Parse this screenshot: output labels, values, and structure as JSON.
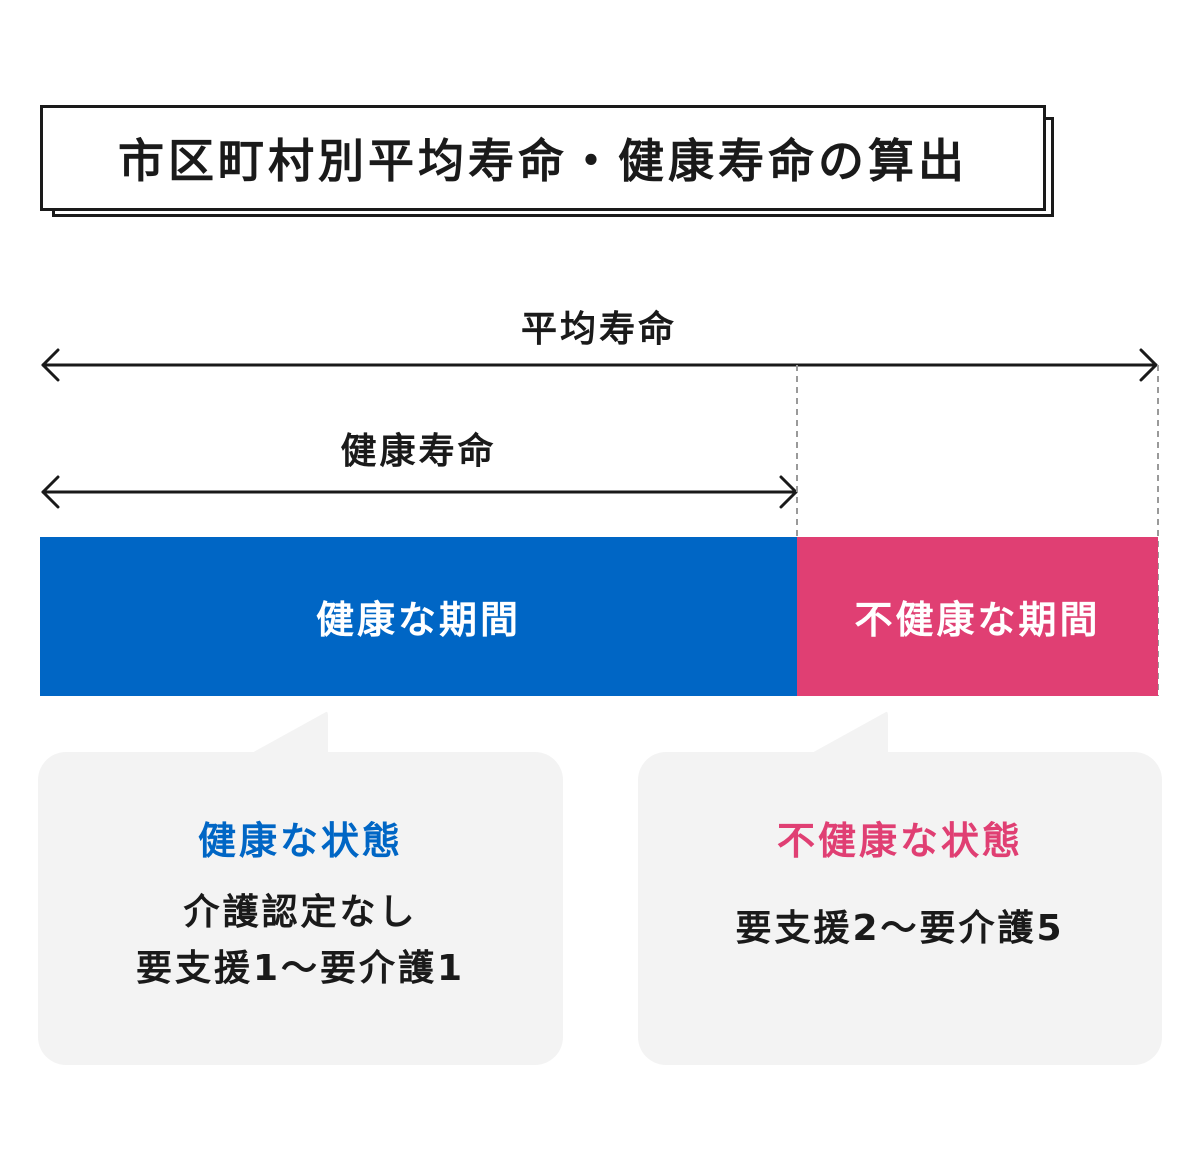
{
  "title": "市区町村別平均寿命・健康寿命の算出",
  "timeline": {
    "average_life_label": "平均寿命",
    "healthy_life_label": "健康寿命"
  },
  "bars": {
    "healthy_label": "健康な期間",
    "unhealthy_label": "不健康な期間"
  },
  "bubbles": {
    "healthy": {
      "title": "健康な状態",
      "lines": [
        "介護認定なし",
        "要支援1～要介護1"
      ]
    },
    "unhealthy": {
      "title": "不健康な状態",
      "lines": [
        "要支援2～要介護5"
      ]
    }
  },
  "colors": {
    "healthy": "#0066c5",
    "unhealthy": "#e03f73",
    "bubble_bg": "#f3f3f3",
    "line": "#1a1a1a"
  }
}
